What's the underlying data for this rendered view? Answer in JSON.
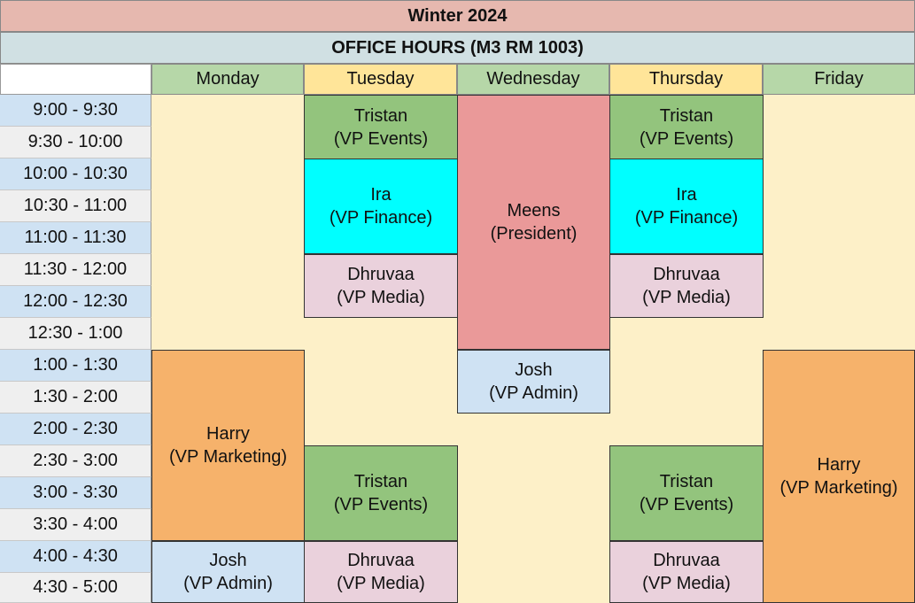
{
  "title": "Winter 2024",
  "subtitle": "OFFICE HOURS (M3 RM 1003)",
  "days": [
    "Monday",
    "Tuesday",
    "Wednesday",
    "Thursday",
    "Friday"
  ],
  "times": [
    "9:00 - 9:30",
    "9:30 - 10:00",
    "10:00 - 10:30",
    "10:30 - 11:00",
    "11:00 - 11:30",
    "11:30 - 12:00",
    "12:00 - 12:30",
    "12:30 - 1:00",
    "1:00 - 1:30",
    "1:30 - 2:00",
    "2:00 - 2:30",
    "2:30 - 3:00",
    "3:00 - 3:30",
    "3:30 - 4:00",
    "4:00 - 4:30",
    "4:30 - 5:00"
  ],
  "colors": {
    "title_bg": "#e6b8af",
    "subtitle_bg": "#d0e0e3",
    "monday_friday_header": "#b6d7a8",
    "tue_thu_header": "#ffe599",
    "empty_slot": "#fdf0c8",
    "events": "#93c47d",
    "finance": "#00ffff",
    "media": "#ead1dc",
    "president": "#ea9999",
    "admin": "#cfe2f3",
    "marketing": "#f6b26b"
  },
  "blocks": {
    "tue_tristan_1": {
      "name": "Tristan",
      "role": "(VP Events)"
    },
    "tue_ira": {
      "name": "Ira",
      "role": "(VP Finance)"
    },
    "tue_dhruvaa_1": {
      "name": "Dhruvaa",
      "role": "(VP Media)"
    },
    "tue_tristan_2": {
      "name": "Tristan",
      "role": "(VP Events)"
    },
    "tue_dhruvaa_2": {
      "name": "Dhruvaa",
      "role": "(VP Media)"
    },
    "wed_meens": {
      "name": "Meens",
      "role": "(President)"
    },
    "wed_josh": {
      "name": "Josh",
      "role": "(VP Admin)"
    },
    "thu_tristan_1": {
      "name": "Tristan",
      "role": "(VP Events)"
    },
    "thu_ira": {
      "name": "Ira",
      "role": "(VP Finance)"
    },
    "thu_dhruvaa_1": {
      "name": "Dhruvaa",
      "role": "(VP Media)"
    },
    "thu_tristan_2": {
      "name": "Tristan",
      "role": "(VP Events)"
    },
    "thu_dhruvaa_2": {
      "name": "Dhruvaa",
      "role": "(VP Media)"
    },
    "mon_harry": {
      "name": "Harry",
      "role": "(VP Marketing)"
    },
    "mon_josh": {
      "name": "Josh",
      "role": "(VP Admin)"
    },
    "fri_harry": {
      "name": "Harry",
      "role": "(VP Marketing)"
    }
  }
}
